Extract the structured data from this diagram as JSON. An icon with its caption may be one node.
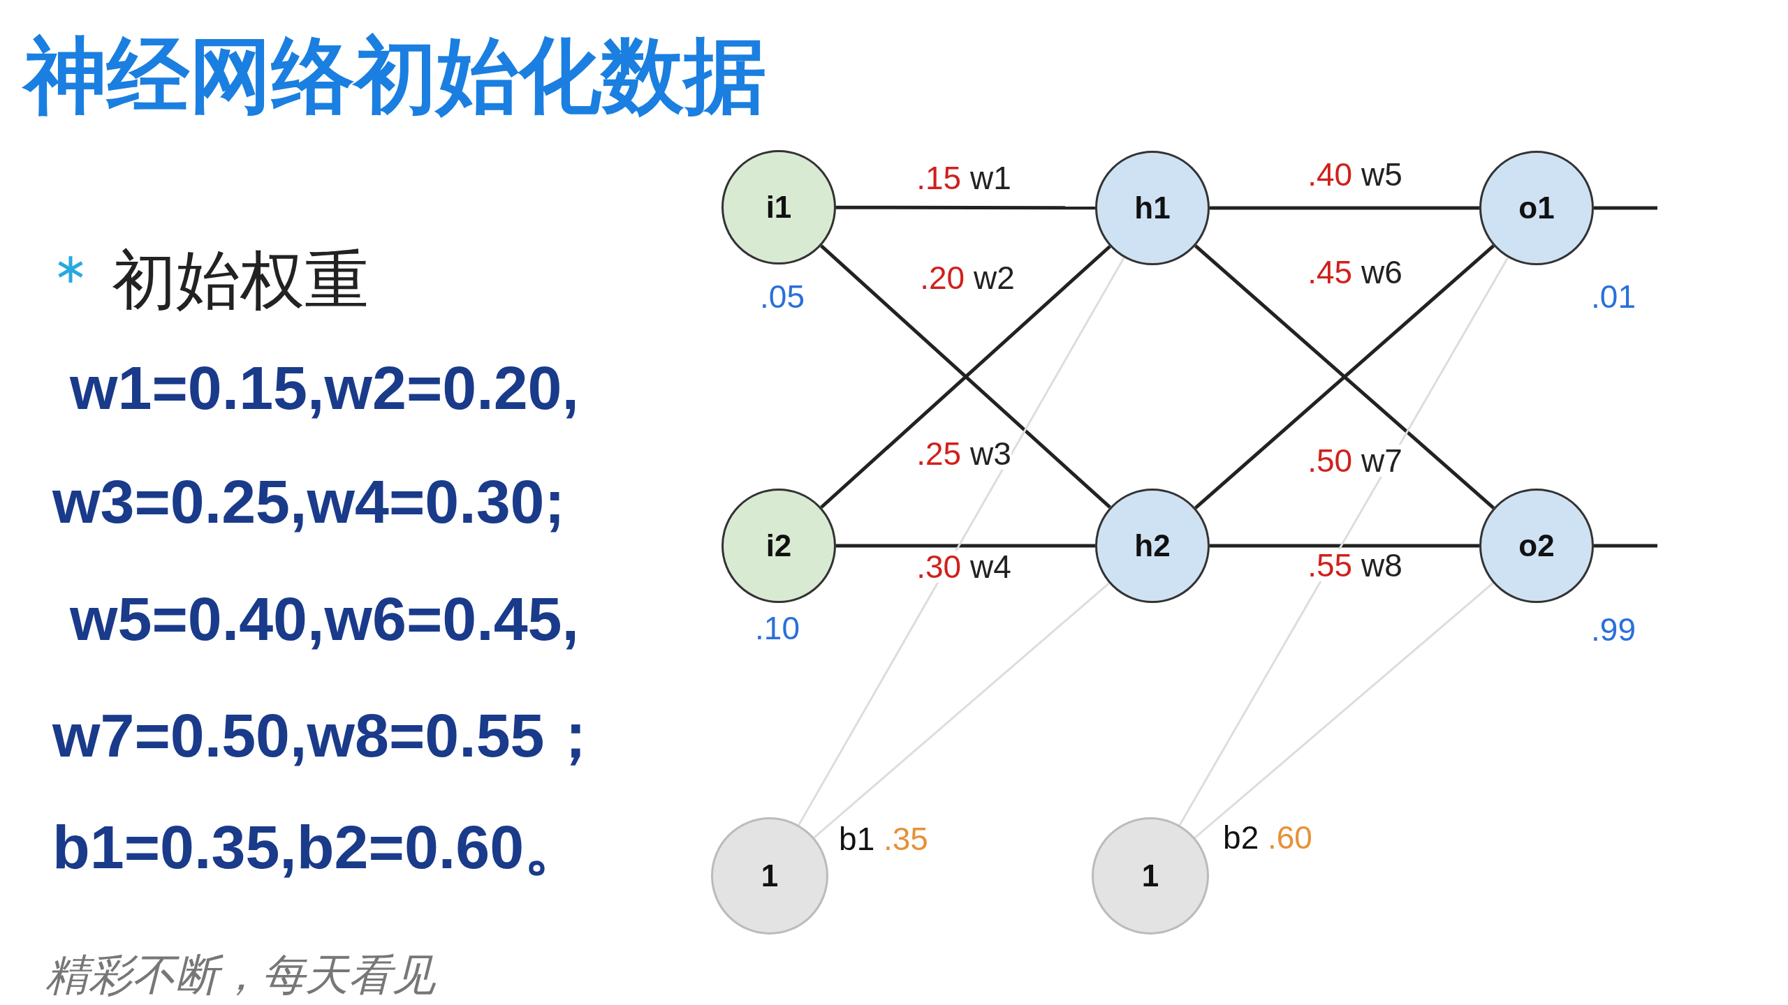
{
  "diagram": {
    "title": "神经网络初始化数据",
    "nodes": [
      {
        "text": [
          "i1"
        ],
        "beside": [
          ".05"
        ]
      },
      {
        "text": [
          "i2"
        ],
        "beside": [
          ".10"
        ]
      },
      {
        "text": [
          "h1"
        ]
      },
      {
        "text": [
          "h2"
        ]
      },
      {
        "text": [
          "o1"
        ],
        "beside": [
          ".01"
        ]
      },
      {
        "text": [
          "o2"
        ],
        "beside": [
          ".99"
        ]
      },
      {
        "text": [
          "1"
        ],
        "beside": [
          "b1 .35"
        ]
      },
      {
        "text": [
          "1"
        ],
        "beside": [
          "b2 .60"
        ]
      }
    ],
    "edges": [
      {
        "from": 0,
        "to": 2,
        "arrow": "none",
        "label": ".15 w1"
      },
      {
        "from": 1,
        "to": 2,
        "arrow": "none",
        "label": ".20 w2"
      },
      {
        "from": 0,
        "to": 3,
        "arrow": "none",
        "label": ".25 w3"
      },
      {
        "from": 1,
        "to": 3,
        "arrow": "none",
        "label": ".30 w4"
      },
      {
        "from": 2,
        "to": 4,
        "arrow": "none",
        "label": ".40 w5"
      },
      {
        "from": 3,
        "to": 4,
        "arrow": "none",
        "label": ".45 w6"
      },
      {
        "from": 2,
        "to": 5,
        "arrow": "none",
        "label": ".50 w7"
      },
      {
        "from": 3,
        "to": 5,
        "arrow": "none",
        "label": ".55 w8"
      },
      {
        "from": 6,
        "to": 2,
        "arrow": "none",
        "color": "#dddddd"
      },
      {
        "from": 6,
        "to": 3,
        "arrow": "none",
        "color": "#dddddd"
      },
      {
        "from": 7,
        "to": 4,
        "arrow": "none",
        "color": "#dddddd"
      },
      {
        "from": 7,
        "to": 5,
        "arrow": "none",
        "color": "#dddddd"
      },
      {
        "from": 4,
        "to": null,
        "arrow": "none"
      },
      {
        "from": 5,
        "to": null,
        "arrow": "none"
      }
    ],
    "labels": [
      "初始权重",
      "w1=0.15,w2=0.20,",
      "w3=0.25,w4=0.30;",
      "w5=0.40,w6=0.45,",
      "w7=0.50,w8=0.55；",
      "b1=0.35,b2=0.60。",
      "精彩不断，每天看见"
    ]
  }
}
